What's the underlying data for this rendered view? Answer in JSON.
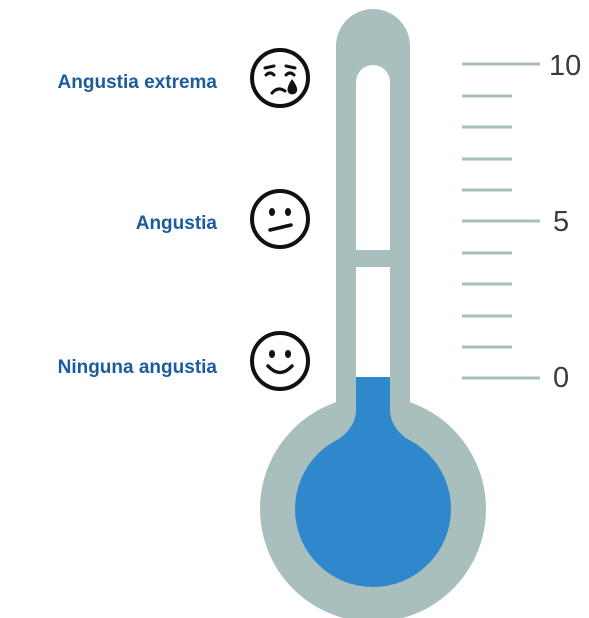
{
  "levels": {
    "extreme": {
      "label": "Angustia extrema",
      "icon": "crying-face-icon"
    },
    "mid": {
      "label": "Angustia",
      "icon": "uneasy-face-icon"
    },
    "none": {
      "label": "Ninguna angustia",
      "icon": "smiling-face-icon"
    }
  },
  "scale": {
    "max_label": "10",
    "mid_label": "5",
    "min_label": "0",
    "min": 0,
    "max": 10,
    "fill_level": 0
  },
  "colors": {
    "label_text": "#1b5c9e",
    "thermometer_outline": "#a9bfbe",
    "mercury": "#2f88cc",
    "tick": "#a9bfbe",
    "scale_text": "#3b3b3b"
  }
}
